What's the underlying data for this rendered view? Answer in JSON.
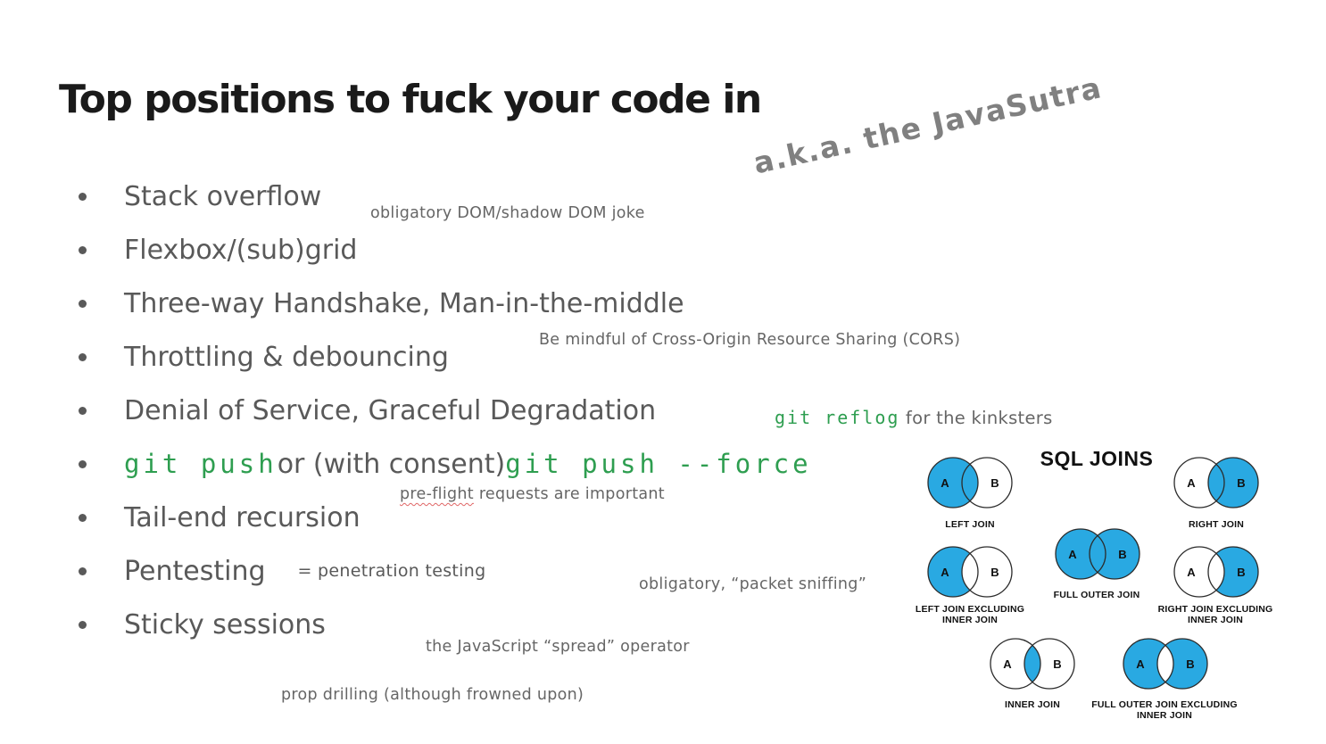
{
  "slide": {
    "title": "Top positions to fuck your code in",
    "subtitle": "a.k.a. the JavaSutra",
    "bullets": [
      {
        "id": "stack-overflow",
        "segments": [
          {
            "text": "Stack overflow",
            "style": "plain"
          }
        ]
      },
      {
        "id": "flexbox-subgrid",
        "segments": [
          {
            "text": "Flexbox/(sub)grid",
            "style": "plain"
          }
        ]
      },
      {
        "id": "three-way-handshake",
        "segments": [
          {
            "text": "Three-way Handshake, Man-in-the-middle",
            "style": "plain"
          }
        ]
      },
      {
        "id": "throttling-debouncing",
        "segments": [
          {
            "text": "Throttling & debouncing",
            "style": "plain"
          }
        ]
      },
      {
        "id": "denial-of-service",
        "segments": [
          {
            "text": "Denial of Service, Graceful Degradation",
            "style": "plain"
          }
        ]
      },
      {
        "id": "git-push",
        "segments": [
          {
            "text": "git push",
            "style": "code"
          },
          {
            "text": " or (with consent) ",
            "style": "plain"
          },
          {
            "text": "git push --force",
            "style": "code"
          }
        ]
      },
      {
        "id": "tail-end-recursion",
        "segments": [
          {
            "text": "Tail-end recursion",
            "style": "plain"
          }
        ]
      },
      {
        "id": "pentesting",
        "segments": [
          {
            "text": "Pentesting",
            "style": "plain"
          },
          {
            "text": "= penetration testing",
            "style": "inline-note"
          }
        ]
      },
      {
        "id": "sticky-sessions",
        "segments": [
          {
            "text": "Sticky sessions",
            "style": "plain"
          }
        ]
      }
    ],
    "annotations": [
      {
        "id": "dom-joke",
        "segments": [
          {
            "text": "obligatory DOM/shadow DOM joke",
            "style": "note"
          }
        ]
      },
      {
        "id": "cors-note",
        "segments": [
          {
            "text": "Be mindful of Cross-Origin Resource Sharing (CORS)",
            "style": "note"
          }
        ]
      },
      {
        "id": "git-reflog-note",
        "segments": [
          {
            "text": "git reflog",
            "style": "code"
          },
          {
            "text": " for the kinksters",
            "style": "note-lg"
          }
        ]
      },
      {
        "id": "preflight-note",
        "segments": [
          {
            "text": "pre-flight",
            "style": "note-misspelled"
          },
          {
            "text": " requests are important",
            "style": "note"
          }
        ]
      },
      {
        "id": "packet-sniffing-note",
        "segments": [
          {
            "text": "obligatory, “packet sniffing”",
            "style": "note"
          }
        ]
      },
      {
        "id": "spread-operator-note",
        "segments": [
          {
            "text": "the JavaScript “spread” operator",
            "style": "note"
          }
        ]
      },
      {
        "id": "prop-drilling-note",
        "segments": [
          {
            "text": "prop drilling (although frowned upon)",
            "style": "note"
          }
        ]
      }
    ]
  },
  "sql_joins": {
    "title": "SQL JOINS",
    "set_labels": {
      "a": "A",
      "b": "B"
    },
    "colors": {
      "fill": "#29a9e2",
      "stroke": "#2b2b2b",
      "label": "#111111"
    },
    "diagrams": [
      {
        "id": "left-join",
        "label": "LEFT JOIN",
        "shaded": "left"
      },
      {
        "id": "right-join",
        "label": "RIGHT JOIN",
        "shaded": "right"
      },
      {
        "id": "left-join-excluding-inner",
        "label": "LEFT JOIN EXCLUDING|INNER JOIN",
        "shaded": "left-excl"
      },
      {
        "id": "full-outer-join",
        "label": "FULL OUTER JOIN",
        "shaded": "full"
      },
      {
        "id": "right-join-excluding-inner",
        "label": "RIGHT JOIN EXCLUDING|INNER JOIN",
        "shaded": "right-excl"
      },
      {
        "id": "inner-join",
        "label": "INNER JOIN",
        "shaded": "inner"
      },
      {
        "id": "full-outer-excluding-inner",
        "label": "FULL OUTER JOIN EXCLUDING|INNER JOIN",
        "shaded": "full-excl"
      }
    ]
  },
  "colors": {
    "background": "#ffffff",
    "title_text": "#1a1a1a",
    "body_text": "#595959",
    "note_text": "#666666",
    "subtitle_text": "#808080",
    "code_green": "#2e9e50",
    "squiggle_red": "#e06666"
  }
}
